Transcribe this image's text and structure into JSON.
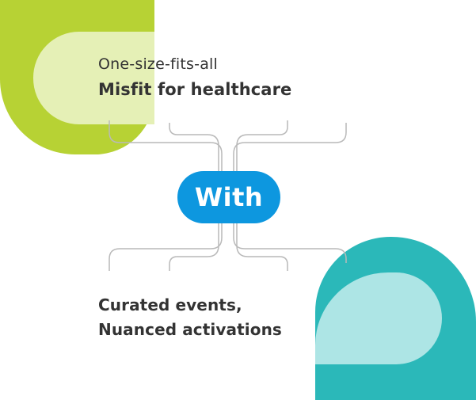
{
  "top_label": {
    "line1": "One-size-fits-all",
    "line2": "Misfit for healthcare"
  },
  "center_label": "With",
  "bottom_label": {
    "line1": "Curated events,",
    "line2": "Nuanced activations"
  },
  "colors": {
    "green_dark": "#b7d234",
    "green_light": "#e5f0b6",
    "teal_dark": "#2bb8b9",
    "teal_light": "#ade5e5",
    "pill_blue": "#0d97df",
    "connector_gray": "#b9b9b9",
    "text_dark": "#333333"
  }
}
